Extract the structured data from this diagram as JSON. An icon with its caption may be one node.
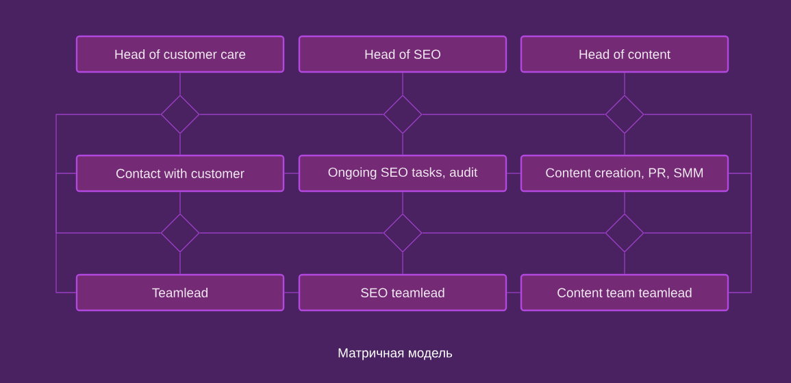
{
  "diagram": {
    "caption": "Матричная модель",
    "nodes": [
      {
        "text": [
          "Head of customer care"
        ]
      },
      {
        "text": [
          "Head of SEO"
        ]
      },
      {
        "text": [
          "Head of content"
        ]
      },
      {
        "text": [
          "Contact with customer"
        ]
      },
      {
        "text": [
          "Ongoing SEO tasks, audit"
        ]
      },
      {
        "text": [
          "Content creation, PR, SMM"
        ]
      },
      {
        "text": [
          "Teamlead"
        ]
      },
      {
        "text": [
          "SEO teamlead"
        ]
      },
      {
        "text": [
          "Content team teamlead"
        ]
      },
      {
        "text": [],
        "shape": "diamond"
      },
      {
        "text": [],
        "shape": "diamond"
      },
      {
        "text": [],
        "shape": "diamond"
      },
      {
        "text": [],
        "shape": "diamond"
      },
      {
        "text": [],
        "shape": "diamond"
      },
      {
        "text": [],
        "shape": "diamond"
      }
    ],
    "edges": [
      {
        "from": 0,
        "to": 9,
        "arrow": "none"
      },
      {
        "from": 9,
        "to": 3,
        "arrow": "none"
      },
      {
        "from": 1,
        "to": 10,
        "arrow": "none"
      },
      {
        "from": 10,
        "to": 4,
        "arrow": "none"
      },
      {
        "from": 2,
        "to": 11,
        "arrow": "none"
      },
      {
        "from": 11,
        "to": 5,
        "arrow": "none"
      },
      {
        "from": 3,
        "to": 12,
        "arrow": "none"
      },
      {
        "from": 12,
        "to": 6,
        "arrow": "none"
      },
      {
        "from": 4,
        "to": 13,
        "arrow": "none"
      },
      {
        "from": 13,
        "to": 7,
        "arrow": "none"
      },
      {
        "from": 5,
        "to": 14,
        "arrow": "none"
      },
      {
        "from": 14,
        "to": 8,
        "arrow": "none"
      },
      {
        "from": 9,
        "to": 10,
        "arrow": "none"
      },
      {
        "from": 10,
        "to": 11,
        "arrow": "none"
      },
      {
        "from": 12,
        "to": 13,
        "arrow": "none"
      },
      {
        "from": 13,
        "to": 14,
        "arrow": "none"
      },
      {
        "from": 3,
        "to": 4,
        "arrow": "none"
      },
      {
        "from": 4,
        "to": 5,
        "arrow": "none"
      },
      {
        "from": 6,
        "to": 7,
        "arrow": "none"
      },
      {
        "from": 7,
        "to": 8,
        "arrow": "none"
      },
      {
        "from": 9,
        "to": 6,
        "arrow": "none"
      },
      {
        "from": 12,
        "to": 3,
        "arrow": "none"
      },
      {
        "from": 11,
        "to": 8,
        "arrow": "none"
      },
      {
        "from": 14,
        "to": 5,
        "arrow": "none"
      }
    ]
  }
}
